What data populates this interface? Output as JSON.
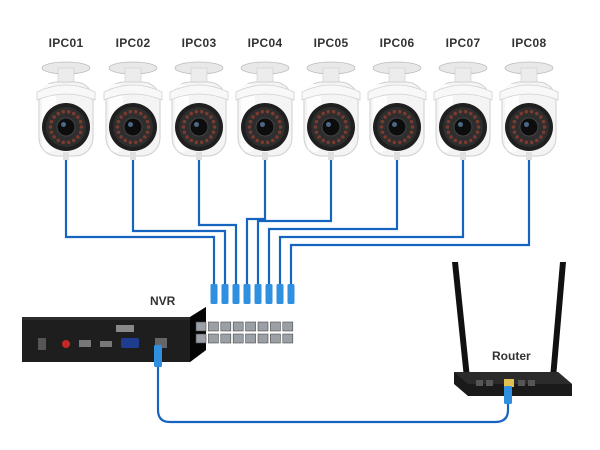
{
  "cameras": [
    {
      "label": "IPC01"
    },
    {
      "label": "IPC02"
    },
    {
      "label": "IPC03"
    },
    {
      "label": "IPC04"
    },
    {
      "label": "IPC05"
    },
    {
      "label": "IPC06"
    },
    {
      "label": "IPC07"
    },
    {
      "label": "IPC08"
    }
  ],
  "nvr": {
    "label": "NVR"
  },
  "router": {
    "label": "Router"
  },
  "colors": {
    "cable": "#1565c0",
    "plug": "#2f8fe0",
    "device": "#1b1b1b",
    "camera_body": "#f4f4f4"
  }
}
